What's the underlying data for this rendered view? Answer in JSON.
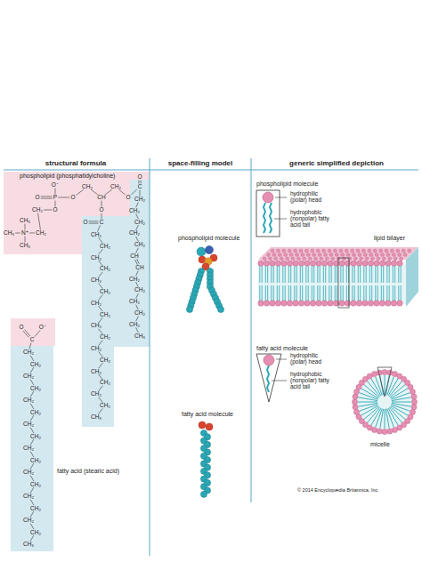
{
  "diagram": {
    "labels": [
      "structural formula",
      "space-filling model",
      "generic simplified depiction",
      "phospholipid (phosphatidylcholine)",
      "O⁻",
      "O",
      "P",
      "O",
      "CH₂",
      "CH",
      "CH₂",
      "O",
      "C",
      "O",
      "O",
      "CH₂",
      "CH₂",
      "N⁺",
      "CH₃",
      "CH₃",
      "CH₃",
      "O",
      "C",
      "O",
      "CH₂",
      "CH₂",
      "CH₂",
      "CH₂",
      "CH₂",
      "CH₂",
      "CH₂",
      "CH₂",
      "CH₂",
      "CH₂",
      "CH₂",
      "CH₂",
      "CH₂",
      "CH₂",
      "CH₂",
      "CH₂",
      "CH₃",
      "CH₂",
      "CH₂",
      "CH₂",
      "CH₂",
      "CH₂",
      "CH",
      "CH",
      "CH₂",
      "CH₂",
      "CH₂",
      "CH₂",
      "CH₂",
      "CH₃",
      "O",
      "C",
      "O⁻",
      "CH₂",
      "CH₂",
      "CH₂",
      "CH₂",
      "CH₂",
      "CH₂",
      "CH₂",
      "CH₂",
      "CH₂",
      "CH₂",
      "CH₂",
      "CH₂",
      "CH₂",
      "CH₂",
      "CH₂",
      "CH₂",
      "CH₃",
      "fatty acid (stearic acid)",
      "phospholipid molecule",
      "fatty acid molecule",
      "phospholipid molecule",
      "hydrophilic (polar) head",
      "hydrophobic (nonpolar) fatty acid tail",
      "lipid bilayer",
      "fatty acid molecule",
      "hydrophilic (polar) head",
      "hydrophobic (nonpolar) fatty acid tail",
      "micelle",
      "© 2014 Encyclopædia Britannica, Inc."
    ]
  }
}
